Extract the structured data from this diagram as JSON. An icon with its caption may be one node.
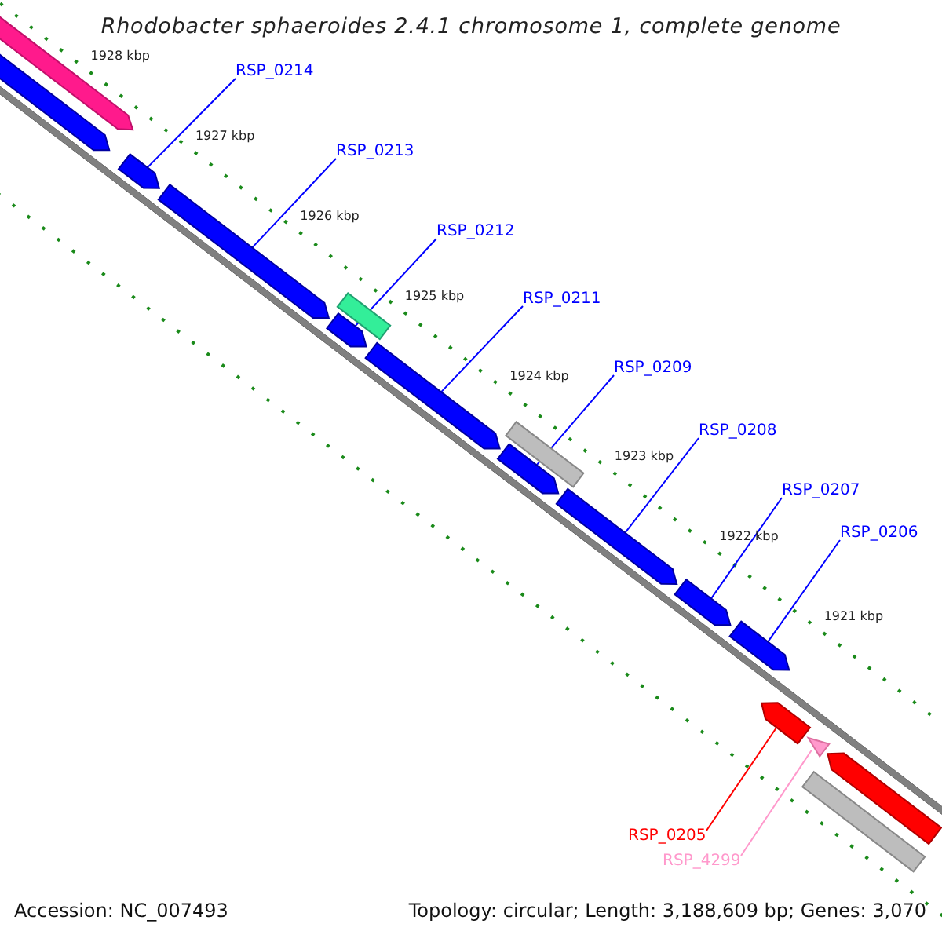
{
  "diagram": {
    "title": "Rhodobacter sphaeroides 2.4.1 chromosome 1, complete genome",
    "nodes": [
      {
        "text": [
          "RSP_0214"
        ]
      },
      {
        "text": [
          "RSP_0213"
        ]
      },
      {
        "text": [
          "RSP_0212"
        ]
      },
      {
        "text": [
          "RSP_0211"
        ]
      },
      {
        "text": [
          "RSP_0209"
        ]
      },
      {
        "text": [
          "RSP_0208"
        ]
      },
      {
        "text": [
          "RSP_0207"
        ]
      },
      {
        "text": [
          "RSP_0206"
        ]
      },
      {
        "text": [
          "RSP_0205"
        ]
      },
      {
        "text": [
          "RSP_4299"
        ]
      },
      {
        "text": [],
        "shape": "bar"
      },
      {
        "text": [],
        "shape": "bar"
      },
      {
        "text": [],
        "shape": "bar"
      },
      {
        "text": [],
        "shape": "bar"
      },
      {
        "text": [],
        "shape": "bar"
      },
      {
        "text": [],
        "shape": "bar"
      },
      {
        "text": [],
        "shape": "bar"
      },
      {
        "text": [],
        "shape": "bar"
      },
      {
        "text": [],
        "shape": "bar"
      },
      {
        "text": [],
        "shape": "triangle"
      },
      {
        "text": [],
        "shape": "bar"
      },
      {
        "text": [],
        "shape": "bar"
      },
      {
        "text": [],
        "shape": "bar"
      },
      {
        "text": [],
        "shape": "bar"
      },
      {
        "text": [],
        "shape": "bar"
      },
      {
        "text": [],
        "shape": "bar"
      }
    ],
    "edges": [
      {
        "from": 0,
        "to": 10,
        "arrow": "none"
      },
      {
        "from": 1,
        "to": 11,
        "arrow": "none"
      },
      {
        "from": 2,
        "to": 12,
        "arrow": "none"
      },
      {
        "from": 3,
        "to": 13,
        "arrow": "none"
      },
      {
        "from": 4,
        "to": 14,
        "arrow": "none"
      },
      {
        "from": 5,
        "to": 15,
        "arrow": "none"
      },
      {
        "from": 6,
        "to": 16,
        "arrow": "none"
      },
      {
        "from": 7,
        "to": 17,
        "arrow": "none"
      },
      {
        "from": 8,
        "to": 18,
        "arrow": "none",
        "color": "#ff0000"
      },
      {
        "from": 9,
        "to": 19,
        "arrow": "none",
        "color": "#ff99cc"
      }
    ],
    "labels": [
      "1928 kbp",
      "1927 kbp",
      "1926 kbp",
      "1925 kbp",
      "1924 kbp",
      "1923 kbp",
      "1922 kbp",
      "1921 kbp",
      "Accession: NC_007493",
      "Topology: circular; Length: 3,188,609 bp; Genes: 3,070"
    ]
  }
}
